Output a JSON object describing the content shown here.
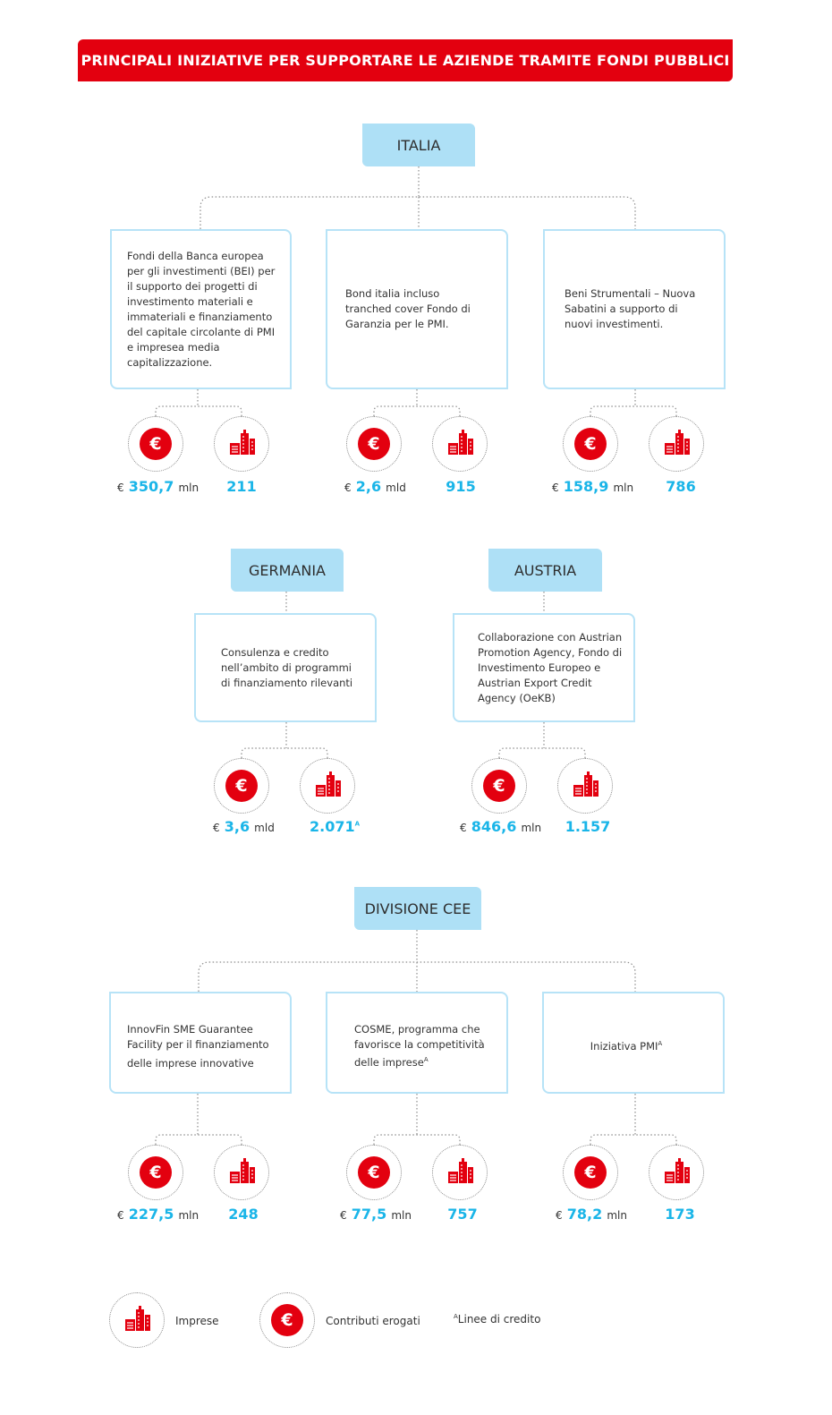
{
  "title": "PRINCIPALI INIZIATIVE PER SUPPORTARE LE AZIENDE TRAMITE FONDI PUBBLICI",
  "colors": {
    "accent_red": "#e3000f",
    "value_blue": "#1ab5e8",
    "region_fill": "#aee0f6",
    "card_border": "#b7e3f7"
  },
  "icons": {
    "contributions": "euro-icon",
    "companies": "buildings-icon"
  },
  "italia": {
    "label": "ITALIA",
    "items": [
      {
        "text": "Fondi della Banca europea per gli investimenti (BEI) per il supporto dei progetti di investimento materiali e immateriali e finanziamento del capitale circolante di PMI e impresea media capitalizzazione.",
        "currency": "€",
        "amount": "350,7",
        "unit": "mln",
        "companies": "211",
        "companies_note": ""
      },
      {
        "text": "Bond italia incluso tranched cover Fondo di Garanzia per le PMI.",
        "currency": "€",
        "amount": "2,6",
        "unit": "mld",
        "companies": "915",
        "companies_note": ""
      },
      {
        "text": "Beni Strumentali – Nuova Sabatini a supporto di nuovi investimenti.",
        "currency": "€",
        "amount": "158,9",
        "unit": "mln",
        "companies": "786",
        "companies_note": ""
      }
    ]
  },
  "germania": {
    "label": "GERMANIA",
    "text": "Consulenza e credito nell’ambito di programmi di finanziamento rilevanti",
    "currency": "€",
    "amount": "3,6",
    "unit": "mld",
    "companies": "2.071",
    "companies_note": "A"
  },
  "austria": {
    "label": "AUSTRIA",
    "text": "Collaborazione con Austrian Promotion Agency, Fondo di Investimento Europeo e Austrian Export Credit Agency (OeKB)",
    "currency": "€",
    "amount": "846,6",
    "unit": "mln",
    "companies": "1.157",
    "companies_note": ""
  },
  "cee": {
    "label": "DIVISIONE CEE",
    "items": [
      {
        "text": "InnovFin SME Guarantee Facility per il finanziamento delle imprese innovative",
        "note": "",
        "currency": "€",
        "amount": "227,5",
        "unit": "mln",
        "companies": "248",
        "companies_note": ""
      },
      {
        "text": "COSME, programma che favorisce la competitività delle imprese",
        "note": "A",
        "currency": "€",
        "amount": "77,5",
        "unit": "mln",
        "companies": "757",
        "companies_note": ""
      },
      {
        "text": "Iniziativa PMI",
        "note": "A",
        "currency": "€",
        "amount": "78,2",
        "unit": "mln",
        "companies": "173",
        "companies_note": ""
      }
    ]
  },
  "legend": {
    "companies_label": "Imprese",
    "contributions_label": "Contributi erogati",
    "footnote_mark": "A",
    "footnote_text": "Linee di credito"
  }
}
